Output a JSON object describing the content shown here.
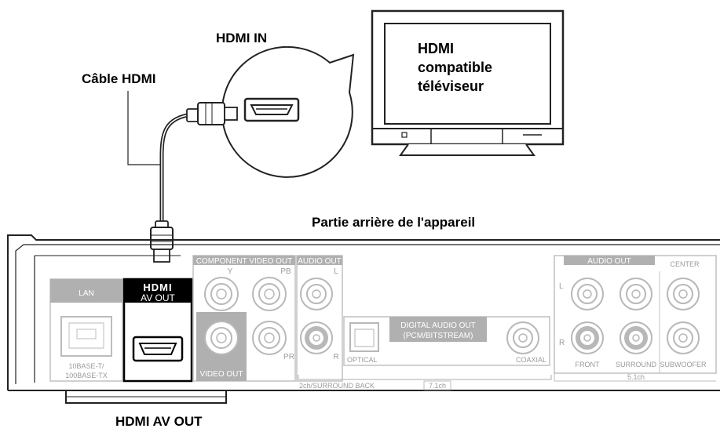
{
  "callouts": {
    "hdmi_in": "HDMI IN",
    "cable": "Câble HDMI",
    "rear": "Partie arrière de l'appareil",
    "hdmi_av_out": "HDMI AV OUT"
  },
  "tv": {
    "line1": "HDMI",
    "line2": "compatible",
    "line3": "téléviseur"
  },
  "panel": {
    "lan": "LAN",
    "lan_spec1": "10BASE-T/",
    "lan_spec2": "100BASE-TX",
    "hdmi_logo": "HDMI",
    "av_out": "AV OUT",
    "component_video_out": "COMPONENT VIDEO OUT",
    "y": "Y",
    "pb": "PB",
    "pr": "PR",
    "video_out": "VIDEO OUT",
    "audio_out_left": "AUDIO OUT",
    "l": "L",
    "r": "R",
    "digital_audio_out1": "DIGITAL AUDIO OUT",
    "digital_audio_out2": "(PCM/BITSTREAM)",
    "optical": "OPTICAL",
    "coaxial": "COAXIAL",
    "surround_back": "2ch/SURROUND BACK",
    "ch71": "7.1ch",
    "audio_out_right": "AUDIO OUT",
    "center": "CENTER",
    "front": "FRONT",
    "surround": "SURROUND",
    "subwoofer": "SUBWOOFER",
    "ch51": "5.1ch"
  },
  "colors": {
    "panel_grey": "#b0b0b0",
    "line": "#222222",
    "highlight": "#000000"
  }
}
